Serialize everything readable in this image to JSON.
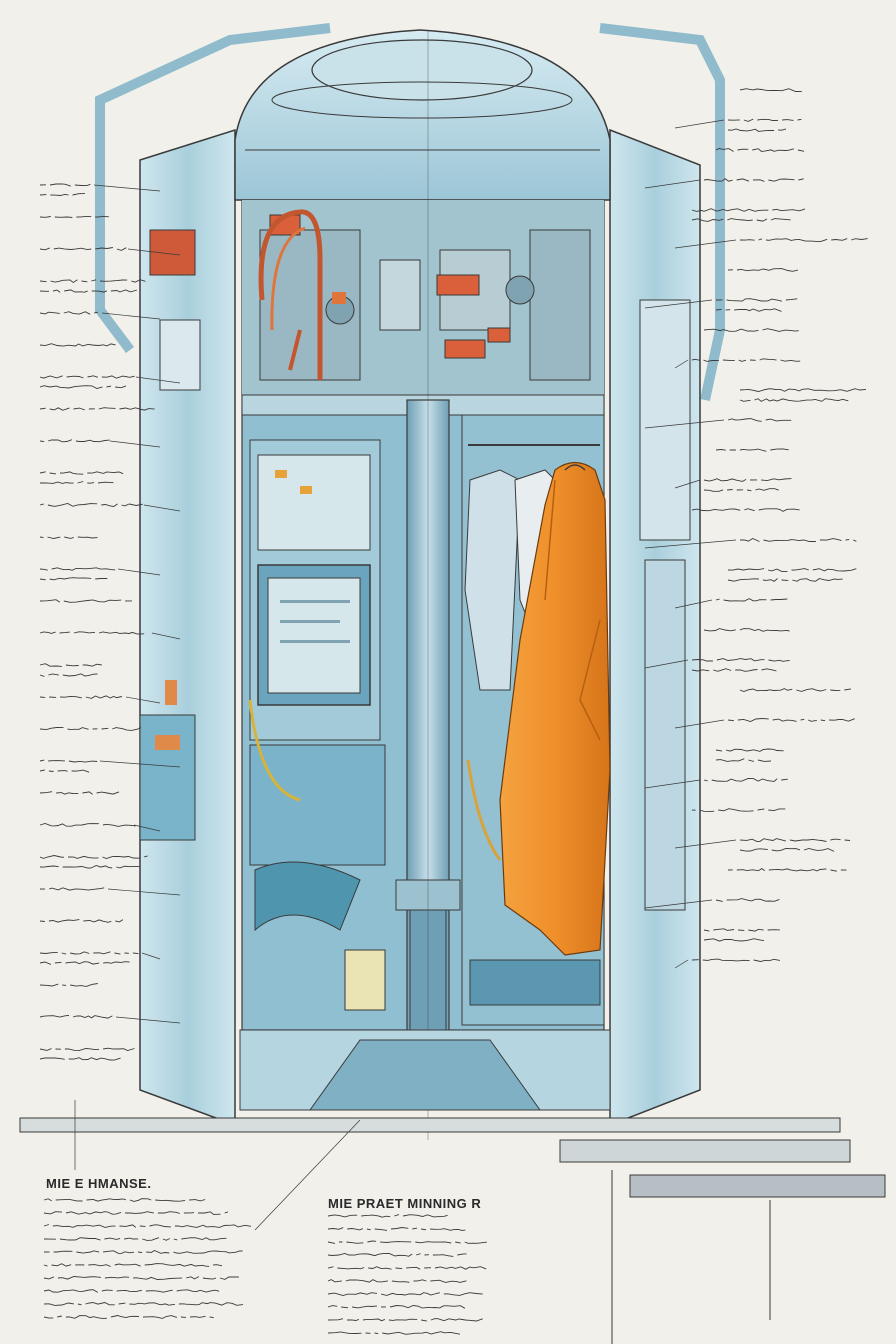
{
  "image": {
    "subject": "cutaway technical drawing of a pod-shaped locker",
    "palette": {
      "paper": "#f1f0ea",
      "shell_blue": "#a9cfdc",
      "interior_blue": "#7fb6cc",
      "deep_blue": "#5b97b1",
      "ink": "#3a3a3a",
      "orange": "#ef8f2a",
      "machinery_red": "#d9603a",
      "steel": "#8fa6b2"
    }
  },
  "captions": {
    "left_title": "MIE E HMANSE.",
    "right_title": "MIE PRAET MINNING R"
  },
  "callouts": {
    "left_count": 28,
    "right_count": 30
  }
}
